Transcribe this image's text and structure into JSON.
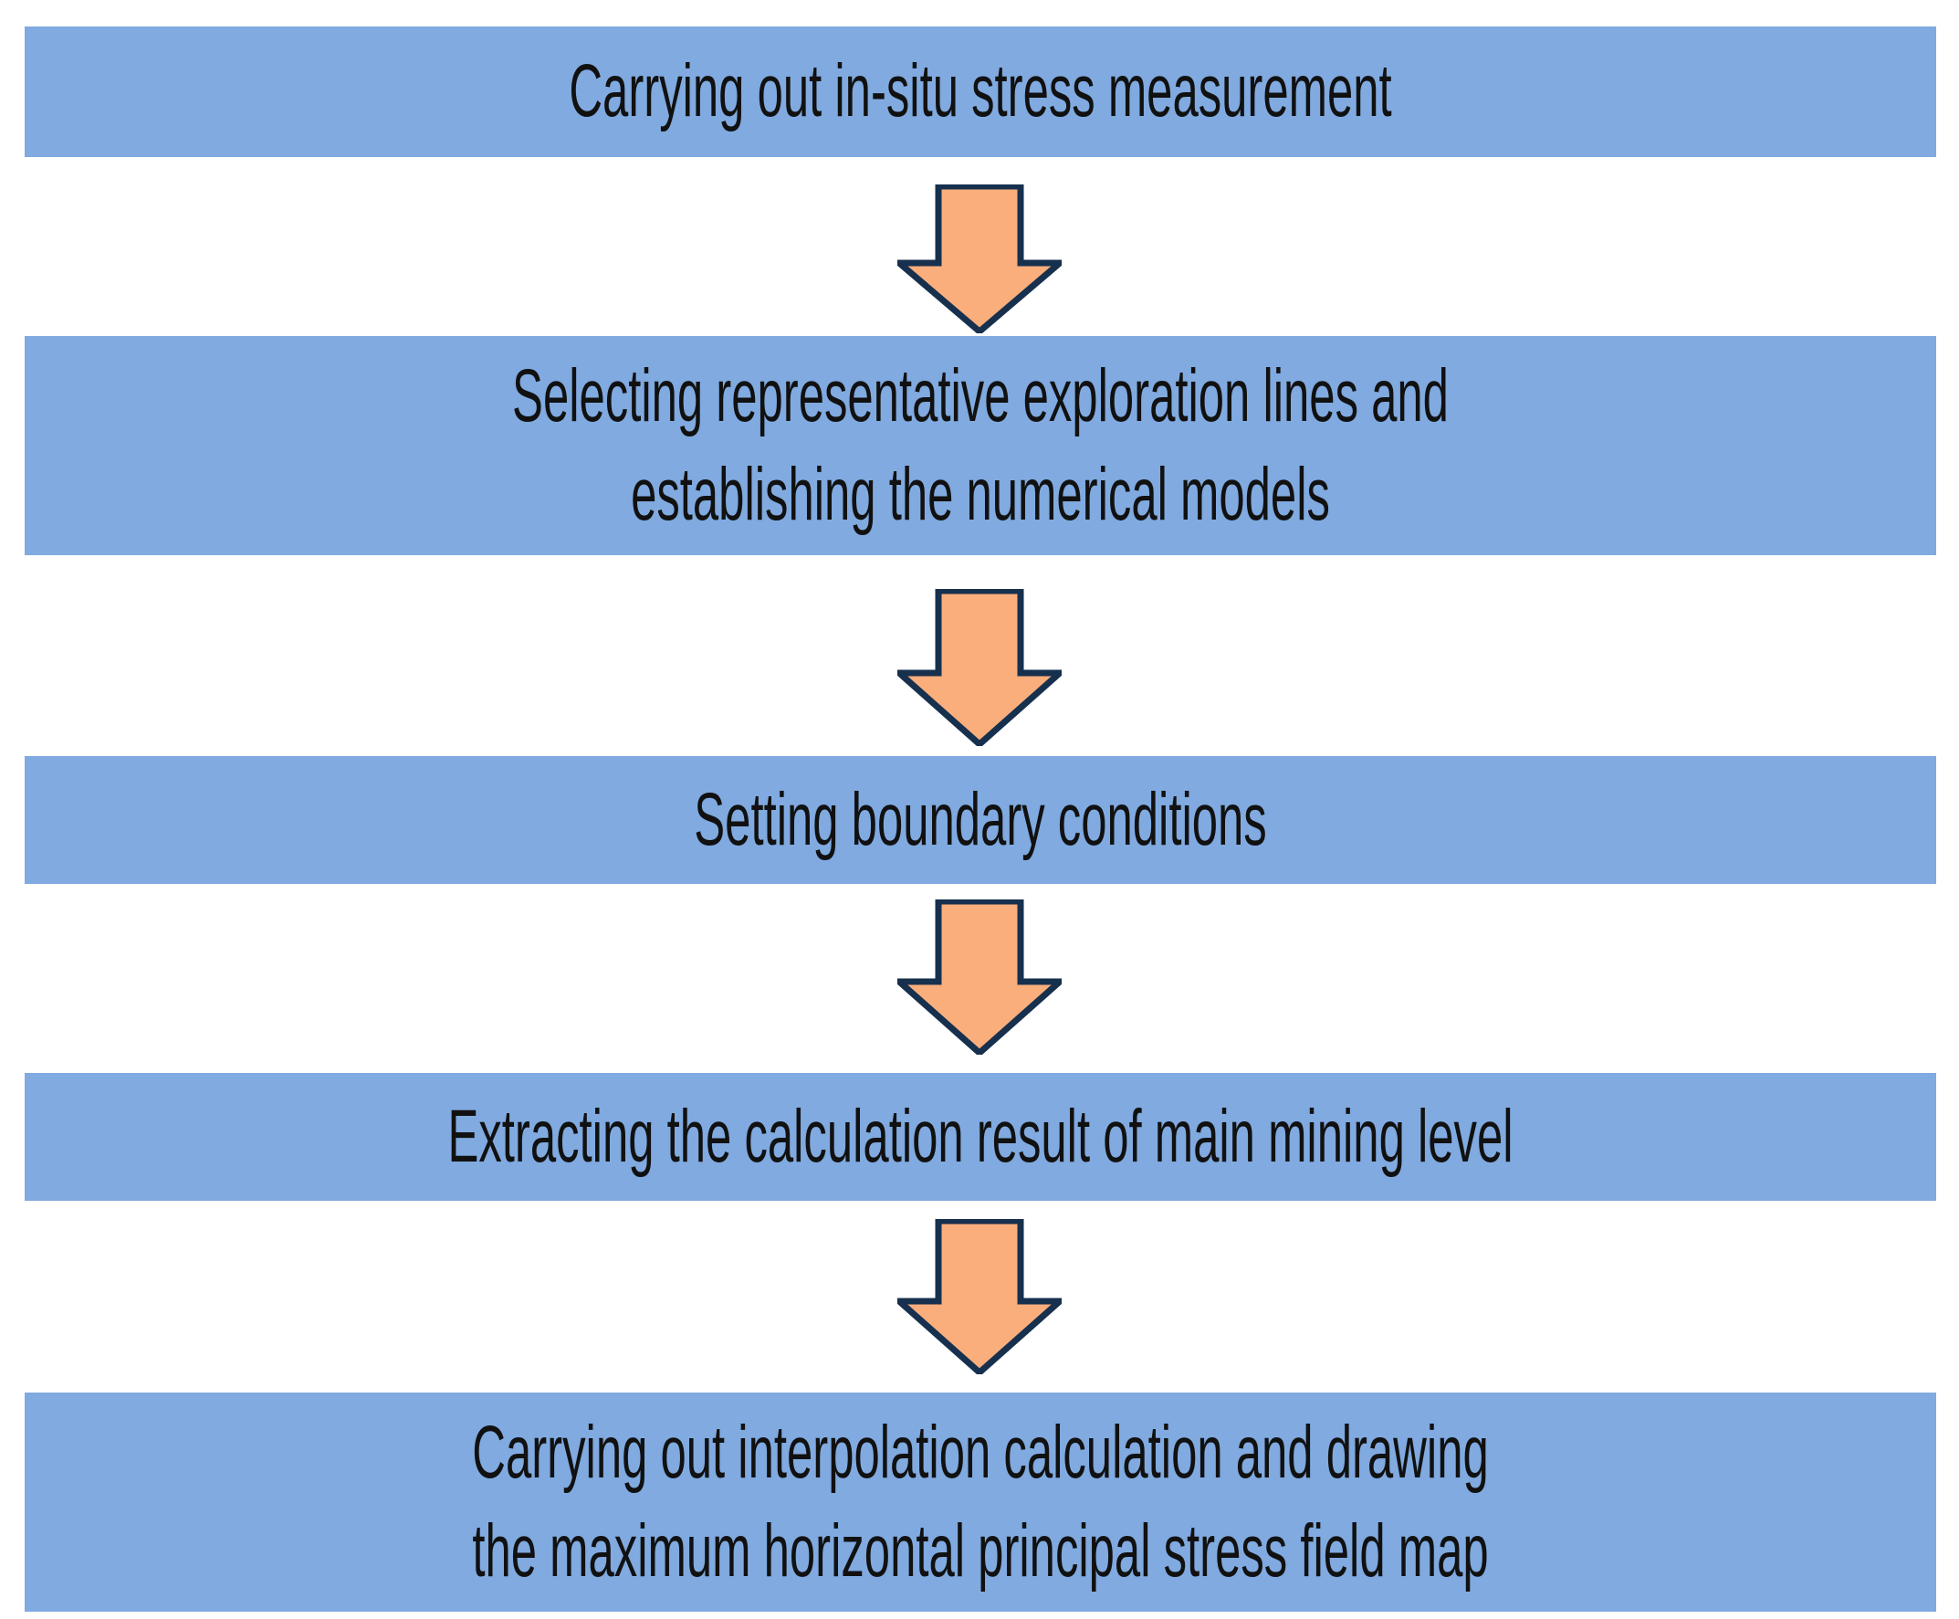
{
  "diagram": {
    "type": "flowchart",
    "orientation": "vertical",
    "title": "",
    "colors": {
      "node_fill": "#80AAE0",
      "arrow_fill": "#F9AE7C",
      "arrow_stroke": "#16304E",
      "text": "#111111",
      "background": "#FFFFFF"
    },
    "nodes": [
      {
        "id": "step-1",
        "lines": [
          "Carrying out in-situ stress measurement"
        ],
        "text": "Carrying out in-situ stress measurement"
      },
      {
        "id": "step-2",
        "lines": [
          "Selecting representative exploration lines and",
          "establishing the numerical models"
        ],
        "text": "Selecting representative exploration lines and establishing the numerical models"
      },
      {
        "id": "step-3",
        "lines": [
          "Setting boundary conditions"
        ],
        "text": "Setting boundary conditions"
      },
      {
        "id": "step-4",
        "lines": [
          "Extracting the calculation result of main mining level"
        ],
        "text": "Extracting the calculation result of main mining level"
      },
      {
        "id": "step-5",
        "lines": [
          "Carrying out interpolation calculation and drawing",
          "the maximum horizontal principal stress field map"
        ],
        "text": "Carrying out interpolation calculation and drawing the maximum horizontal principal stress field map"
      }
    ],
    "connectors": [
      {
        "id": "arrow-1",
        "from": "step-1",
        "to": "step-2",
        "icon": "down-arrow-icon"
      },
      {
        "id": "arrow-2",
        "from": "step-2",
        "to": "step-3",
        "icon": "down-arrow-icon"
      },
      {
        "id": "arrow-3",
        "from": "step-3",
        "to": "step-4",
        "icon": "down-arrow-icon"
      },
      {
        "id": "arrow-4",
        "from": "step-4",
        "to": "step-5",
        "icon": "down-arrow-icon"
      }
    ]
  }
}
